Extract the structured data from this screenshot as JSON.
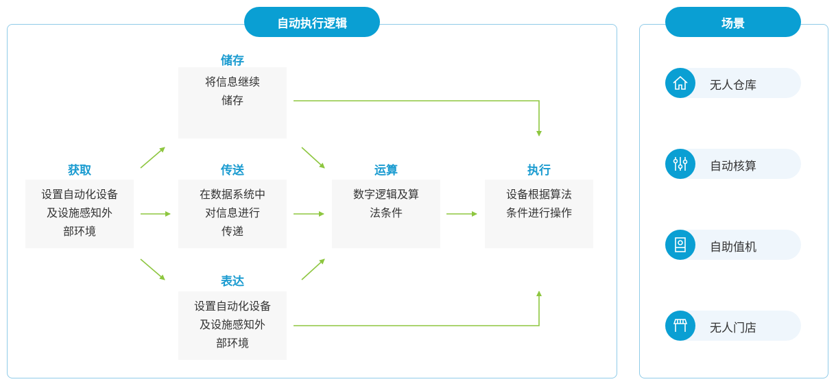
{
  "logic": {
    "title": "自动执行逻辑",
    "nodes": {
      "acquire": {
        "label": "获取",
        "text": [
          "设置自动化设备",
          "及设施感知外",
          "部环境"
        ]
      },
      "store": {
        "label": "储存",
        "text": [
          "将信息继续",
          "储存"
        ]
      },
      "transmit": {
        "label": "传送",
        "text": [
          "在数据系统中",
          "对信息进行",
          "传递"
        ]
      },
      "express": {
        "label": "表达",
        "text": [
          "设置自动化设备",
          "及设施感知外",
          "部环境"
        ]
      },
      "compute": {
        "label": "运算",
        "text": [
          "数字逻辑及算",
          "法条件"
        ]
      },
      "execute": {
        "label": "执行",
        "text": [
          "设备根据算法",
          "条件进行操作"
        ]
      }
    }
  },
  "scenes": {
    "title": "场景",
    "items": [
      {
        "label": "无人仓库",
        "icon": "house-icon"
      },
      {
        "label": "自动核算",
        "icon": "sliders-icon"
      },
      {
        "label": "自助值机",
        "icon": "kiosk-icon"
      },
      {
        "label": "无人门店",
        "icon": "storefront-icon"
      }
    ]
  },
  "colors": {
    "accent": "#0a9fd3",
    "arrow": "#8dc63f",
    "box": "#f7f7f7"
  }
}
